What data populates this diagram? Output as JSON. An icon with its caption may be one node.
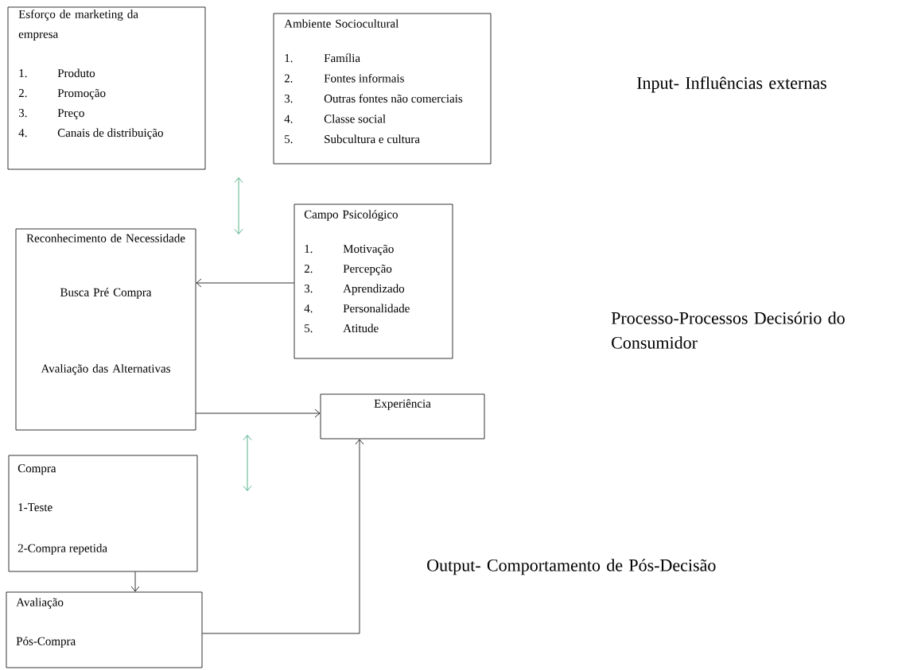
{
  "diagram": {
    "nodes": [
      {
        "text": [
          "Esforço de marketing da empresa",
          "1.",
          "Produto",
          "2.",
          "Promoção",
          "3.",
          "Preço",
          "4.",
          "Canais de distribuição"
        ]
      },
      {
        "text": [
          "Ambiente Sociocultural",
          "1.",
          "Família",
          "2.",
          "Fontes informais",
          "3.",
          "Outras fontes não comerciais",
          "4.",
          "Classe social",
          "5.",
          "Subcultura e cultura"
        ]
      },
      {
        "text": [
          "Campo Psicológico",
          "1.",
          "Motivação",
          "2.",
          "Percepção",
          "3.",
          "Aprendizado",
          "4.",
          "Personalidade",
          "5.",
          "Atitude"
        ]
      },
      {
        "text": [
          "Reconhecimento de Necessidade",
          "Busca Pré Compra",
          "Avaliação das Alternativas"
        ]
      },
      {
        "text": [
          "Experiência"
        ]
      },
      {
        "text": [
          "Compra",
          "1-Teste",
          "2-Compra repetida"
        ]
      },
      {
        "text": [
          "Avaliação",
          "Pós-Compra"
        ]
      }
    ],
    "edges": [
      {
        "from": 2,
        "to": 3,
        "arrow": "to"
      },
      {
        "from": 3,
        "to": 4,
        "arrow": "to"
      },
      {
        "from": 5,
        "to": 6,
        "arrow": "to"
      },
      {
        "from": 6,
        "to": 4,
        "arrow": "to"
      }
    ],
    "labels": [
      "Input- Influências externas",
      "Processo-Processos Decisório do Consumidor",
      "Output- Comportamento de Pós-Decisão"
    ]
  }
}
